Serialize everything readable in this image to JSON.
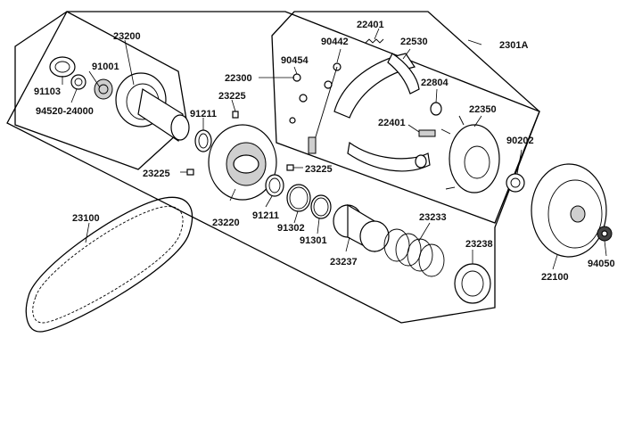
{
  "labels": {
    "p23200": "23200",
    "p91001": "91001",
    "p91103": "91103",
    "p94520_24000": "94520-24000",
    "p22300": "22300",
    "p23225_a": "23225",
    "p91211_a": "91211",
    "p23225_b": "23225",
    "p23225_c": "23225",
    "p23220": "23220",
    "p91211_b": "91211",
    "p91302": "91302",
    "p91301": "91301",
    "p23237": "23237",
    "p23233": "23233",
    "p23238": "23238",
    "p23100": "23100",
    "p22401_a": "22401",
    "p90442": "90442",
    "p22530": "22530",
    "p2301A": "2301A",
    "p90454": "90454",
    "p22804": "22804",
    "p22401_b": "22401",
    "p22350": "22350",
    "p90202": "90202",
    "p22100": "22100",
    "p94050": "94050"
  }
}
